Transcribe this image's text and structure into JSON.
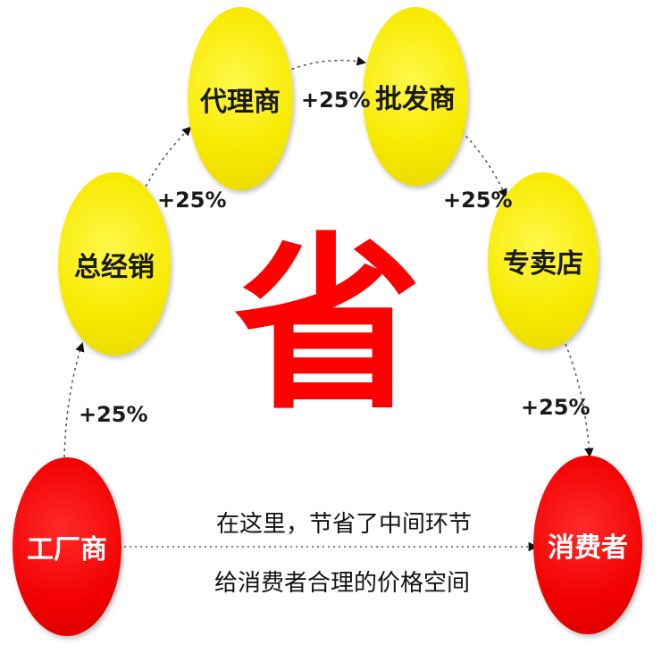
{
  "nodes": {
    "factory": "工厂商",
    "distributor": "总经销",
    "agent": "代理商",
    "wholesaler": "批发商",
    "store": "专卖店",
    "consumer": "消费者"
  },
  "markups": {
    "factory_to_distributor": "+25%",
    "distributor_to_agent": "+25%",
    "agent_to_wholesaler": "+25%",
    "wholesaler_to_store": "+25%",
    "store_to_consumer": "+25%"
  },
  "center_char": "省",
  "captions": {
    "line1": "在这里，节省了中间环节",
    "line2": "给消费者合理的价格空间"
  },
  "colors": {
    "node_yellow": "#f7ea00",
    "node_red": "#f20000",
    "center_char": "#ff0000"
  }
}
